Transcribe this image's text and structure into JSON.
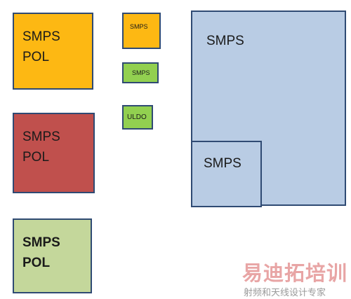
{
  "boxes": {
    "smps_pol_orange": {
      "label": "SMPS\nPOL"
    },
    "smps_pol_red": {
      "label": "SMPS\nPOL"
    },
    "smps_pol_green": {
      "label": "SMPS\nPOL"
    },
    "smps_small_orange": {
      "label": "SMPS"
    },
    "smps_small_green": {
      "label": "SMPS"
    },
    "uldo": {
      "label": "ULDO"
    },
    "smps_large": {
      "label": "SMPS"
    },
    "smps_inner": {
      "label": "SMPS"
    }
  },
  "watermark": {
    "title": "易迪拓培训",
    "subtitle": "射频和天线设计专家"
  },
  "colors": {
    "orange": "#fdb813",
    "red": "#c0504d",
    "light_green": "#c4d79b",
    "green": "#92d050",
    "light_blue": "#b9cce4",
    "border": "#2f4a73"
  }
}
